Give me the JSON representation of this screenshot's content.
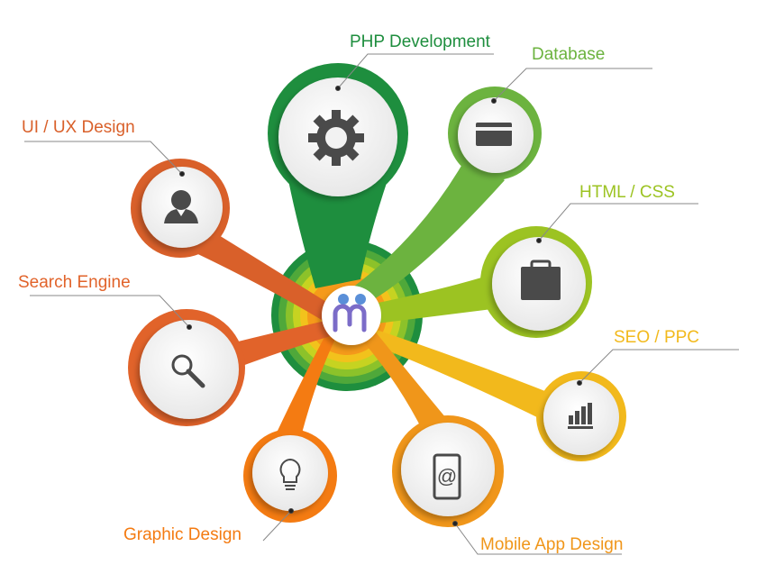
{
  "diagram": {
    "center_logo": {
      "icon": "users-m-logo",
      "colors": {
        "dots": "#5a8fd8",
        "body": "#7b6cc8"
      }
    },
    "nodes": [
      {
        "id": "php",
        "label": "PHP Development",
        "icon": "gear-icon",
        "color": "#1e8e3e"
      },
      {
        "id": "database",
        "label": "Database",
        "icon": "card-icon",
        "color": "#6cb33f"
      },
      {
        "id": "html",
        "label": "HTML / CSS",
        "icon": "briefcase-icon",
        "color": "#9cc322"
      },
      {
        "id": "seo",
        "label": "SEO / PPC",
        "icon": "bar-chart-icon",
        "color": "#f2b91c"
      },
      {
        "id": "mobile",
        "label": "Mobile App Design",
        "icon": "mobile-at-icon",
        "color": "#f0961a"
      },
      {
        "id": "graphic",
        "label": "Graphic Design",
        "icon": "lightbulb-icon",
        "color": "#f47b12"
      },
      {
        "id": "search",
        "label": "Search Engine",
        "icon": "magnifier-icon",
        "color": "#e1632a"
      },
      {
        "id": "uiux",
        "label": "UI / UX Design",
        "icon": "user-icon",
        "color": "#d9602a"
      }
    ]
  }
}
